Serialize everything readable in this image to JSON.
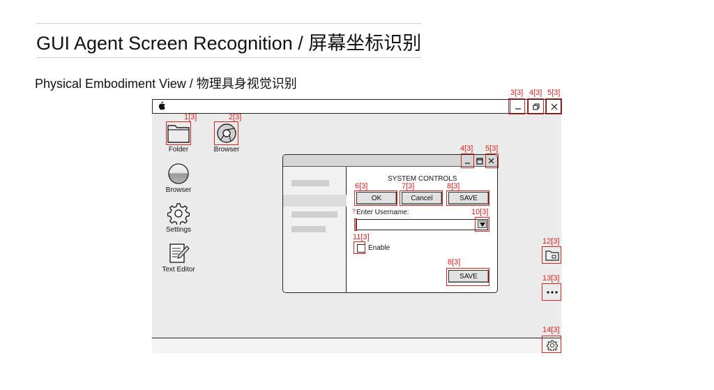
{
  "header": {
    "title": "GUI Agent Screen Recognition / 屏幕坐标识别",
    "subtitle": "Physical Embodiment View / 物理具身视觉识别"
  },
  "desktop": {
    "icons": [
      {
        "label": "Folder",
        "icon": "folder-icon"
      },
      {
        "label": "Browser",
        "icon": "chrome-icon"
      },
      {
        "label": "Browser",
        "icon": "globe-icon"
      },
      {
        "label": "Settings",
        "icon": "gear-icon"
      },
      {
        "label": "Text Editor",
        "icon": "notepad-icon"
      }
    ]
  },
  "dialog": {
    "heading": "SYSTEM CONTROLS",
    "buttons": {
      "ok": "OK",
      "cancel": "Cancel",
      "save": "SAVE",
      "save_bottom": "SAVE"
    },
    "username_label": "Enter Username:",
    "username_value": "",
    "checkbox_label": "Enable",
    "checkbox_checked": false
  },
  "annotations": {
    "folder": "1[3]",
    "chrome": "2[3]",
    "win_min": "3[3]",
    "win_max": "4[3]",
    "win_close": "5[3]",
    "dlg_min": "4[3]",
    "dlg_close": "5[3]",
    "ok": "6[3]",
    "cancel": "7[3]",
    "save": "8[3]",
    "input_marker": "?",
    "dropdown": "10[3]",
    "checkbox": "11[3]",
    "save_bottom": "8[3]",
    "side_folder": "12[3]",
    "side_more": "13[3]",
    "side_settings": "14[3]"
  },
  "colors": {
    "annotation": "#d9211f",
    "screen_bg": "#ebebeb"
  }
}
